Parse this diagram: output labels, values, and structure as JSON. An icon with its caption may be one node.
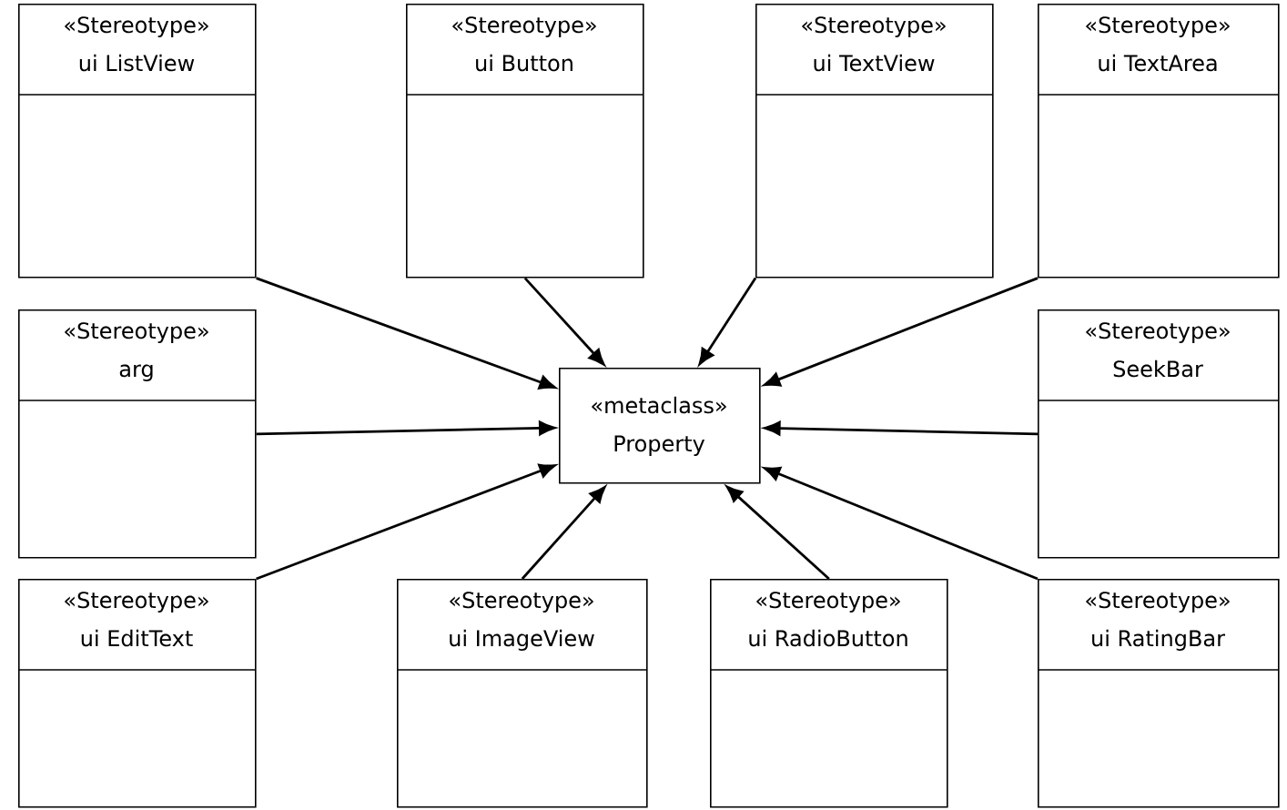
{
  "diagram": {
    "nodes": [
      {
        "text": [
          "«Stereotype»",
          "ui ListView"
        ]
      },
      {
        "text": [
          "«Stereotype»",
          "ui Button"
        ]
      },
      {
        "text": [
          "«Stereotype»",
          "ui TextView"
        ]
      },
      {
        "text": [
          "«Stereotype»",
          "ui TextArea"
        ]
      },
      {
        "text": [
          "«Stereotype»",
          "arg"
        ]
      },
      {
        "text": [
          "«metaclass»",
          "Property"
        ]
      },
      {
        "text": [
          "«Stereotype»",
          "SeekBar"
        ]
      },
      {
        "text": [
          "«Stereotype»",
          "ui EditText"
        ]
      },
      {
        "text": [
          "«Stereotype»",
          "ui ImageView"
        ]
      },
      {
        "text": [
          "«Stereotype»",
          "ui RadioButton"
        ]
      },
      {
        "text": [
          "«Stereotype»",
          "ui RatingBar"
        ]
      }
    ],
    "edges": [
      {
        "from": 0,
        "to": 5,
        "arrow": "to"
      },
      {
        "from": 1,
        "to": 5,
        "arrow": "to"
      },
      {
        "from": 2,
        "to": 5,
        "arrow": "to"
      },
      {
        "from": 3,
        "to": 5,
        "arrow": "to"
      },
      {
        "from": 4,
        "to": 5,
        "arrow": "to"
      },
      {
        "from": 6,
        "to": 5,
        "arrow": "to"
      },
      {
        "from": 7,
        "to": 5,
        "arrow": "to"
      },
      {
        "from": 8,
        "to": 5,
        "arrow": "to"
      },
      {
        "from": 9,
        "to": 5,
        "arrow": "to"
      },
      {
        "from": 10,
        "to": 5,
        "arrow": "to"
      }
    ]
  }
}
